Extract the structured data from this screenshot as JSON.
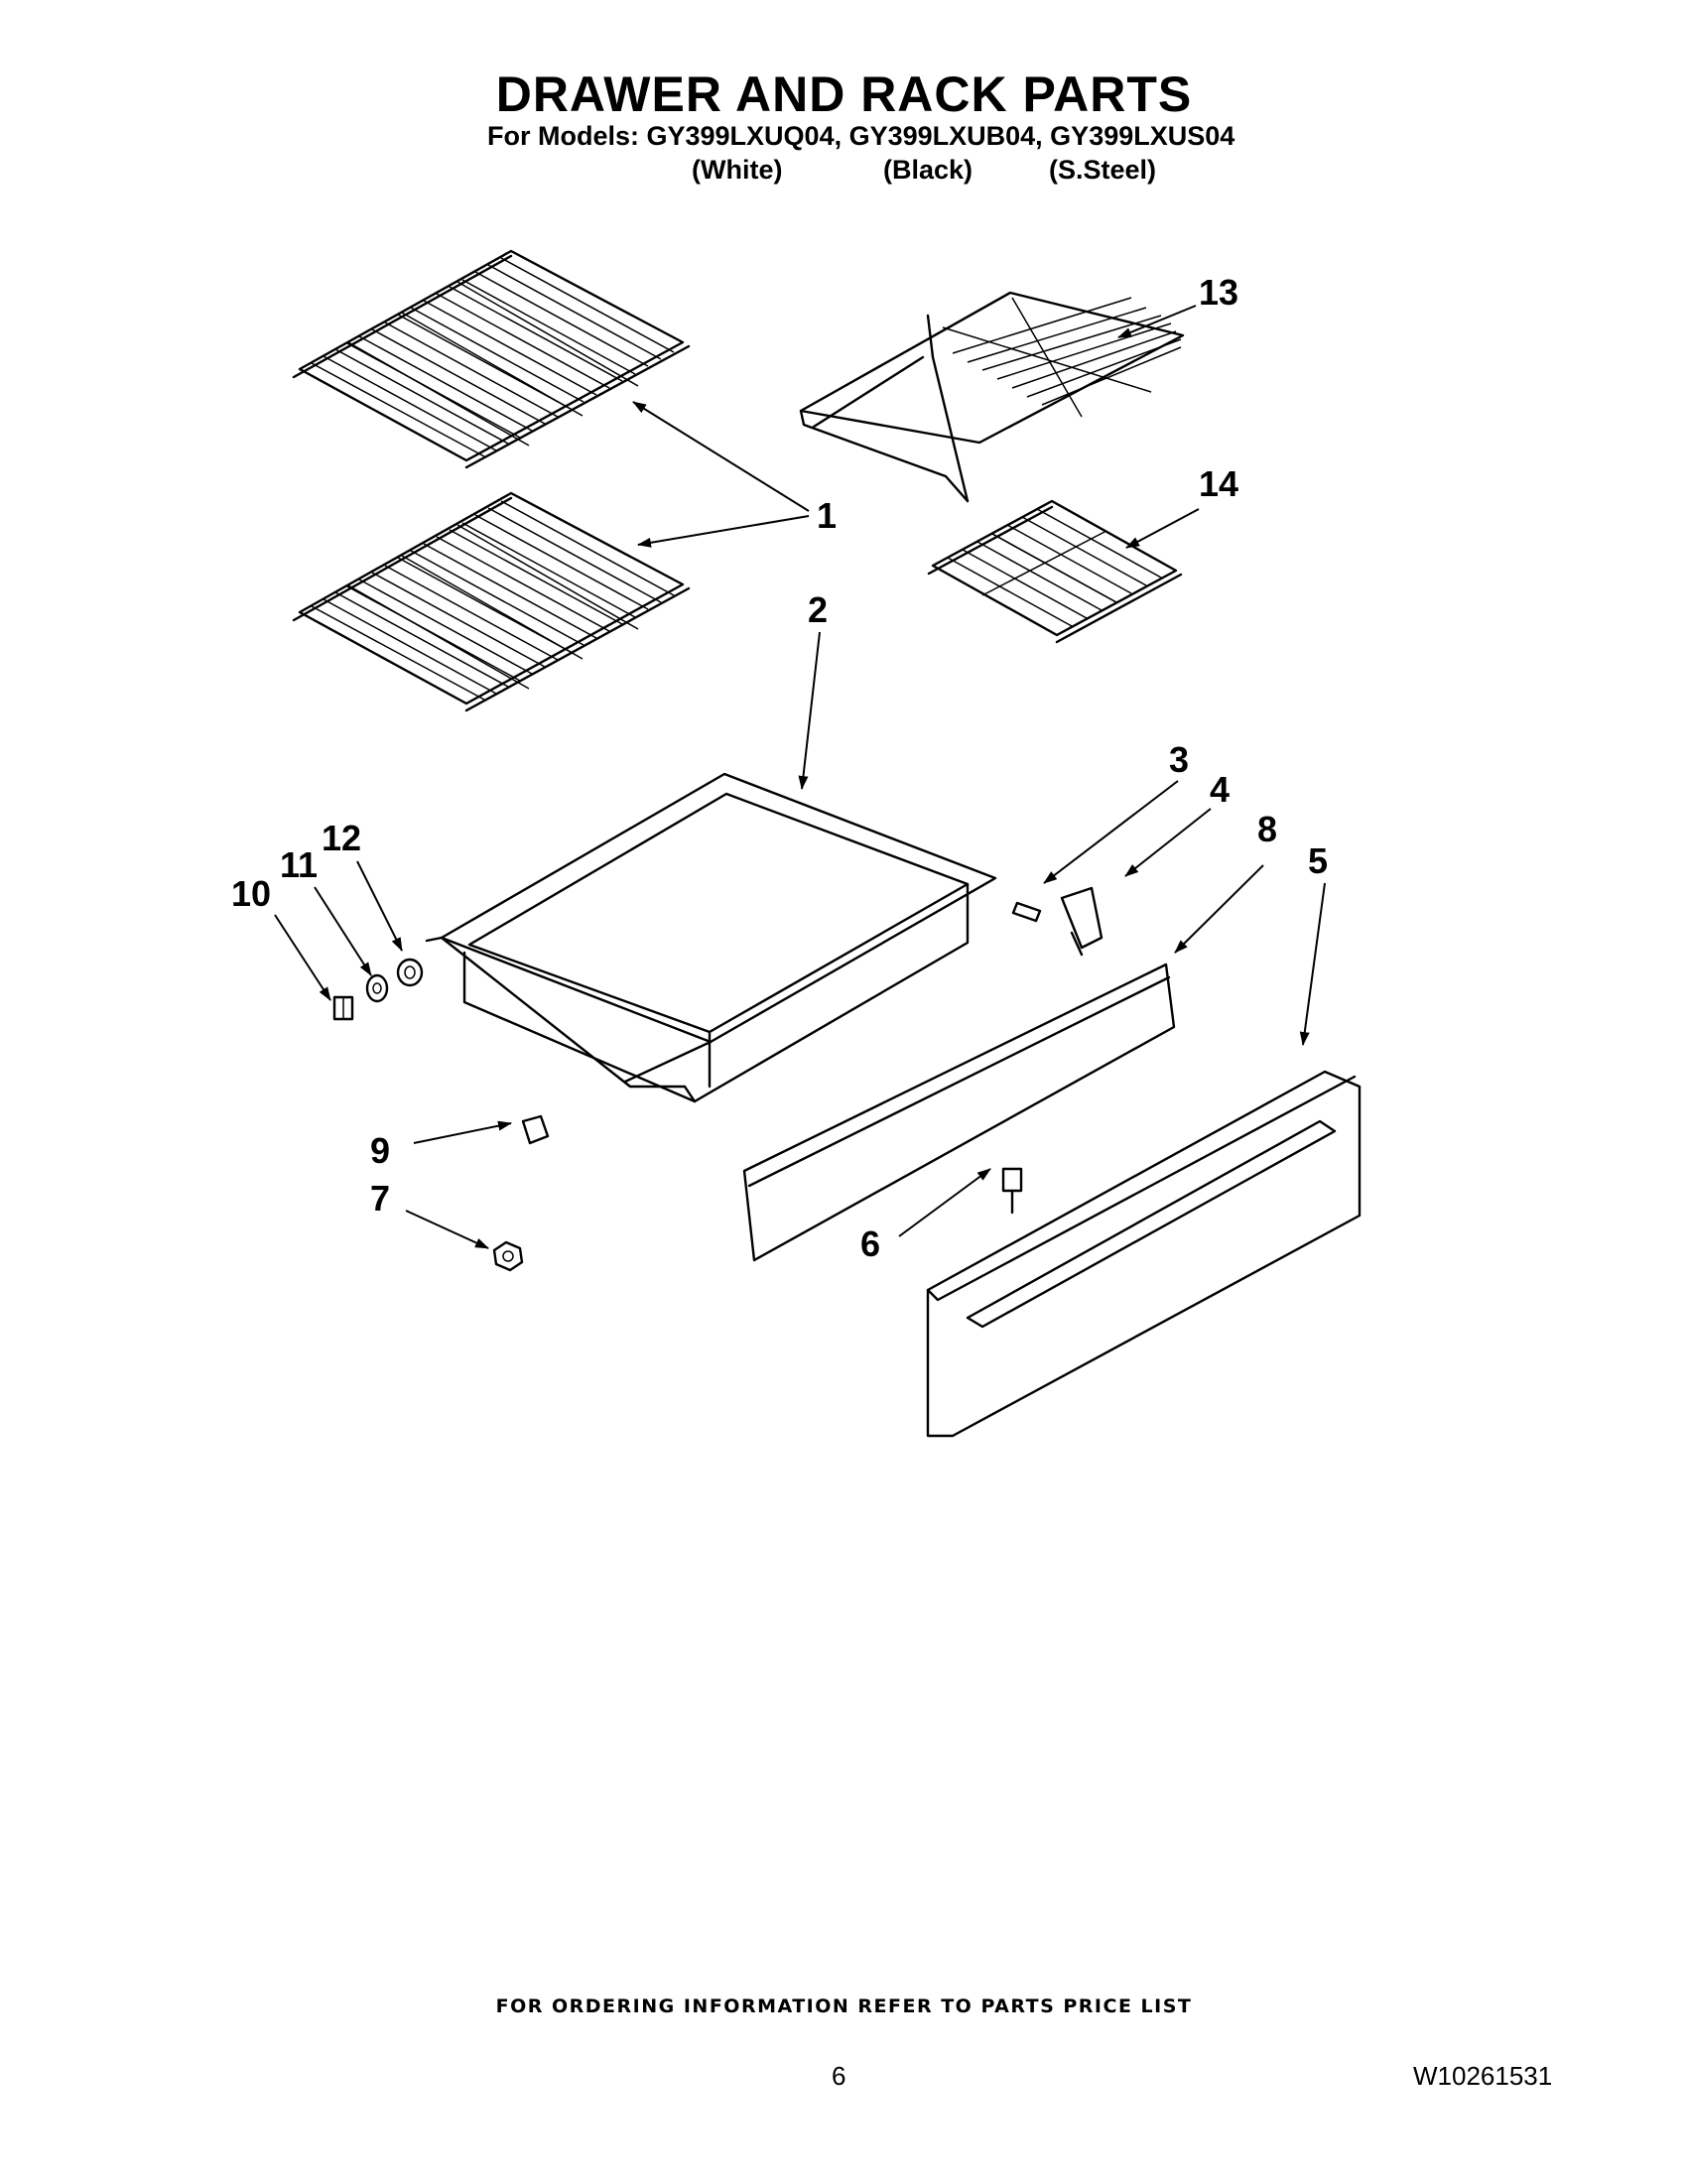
{
  "header": {
    "title": "DRAWER AND RACK PARTS",
    "models_line": "For Models: GY399LXUQ04, GY399LXUB04, GY399LXUS04",
    "variants": [
      "(White)",
      "(Black)",
      "(S.Steel)"
    ]
  },
  "callouts": {
    "p1": "1",
    "p2": "2",
    "p3": "3",
    "p4": "4",
    "p5": "5",
    "p6": "6",
    "p7": "7",
    "p8": "8",
    "p9": "9",
    "p10": "10",
    "p11": "11",
    "p12": "12",
    "p13": "13",
    "p14": "14"
  },
  "footer": {
    "order_info": "FOR ORDERING INFORMATION REFER TO PARTS PRICE LIST",
    "page_number": "6",
    "doc_code": "W10261531"
  }
}
